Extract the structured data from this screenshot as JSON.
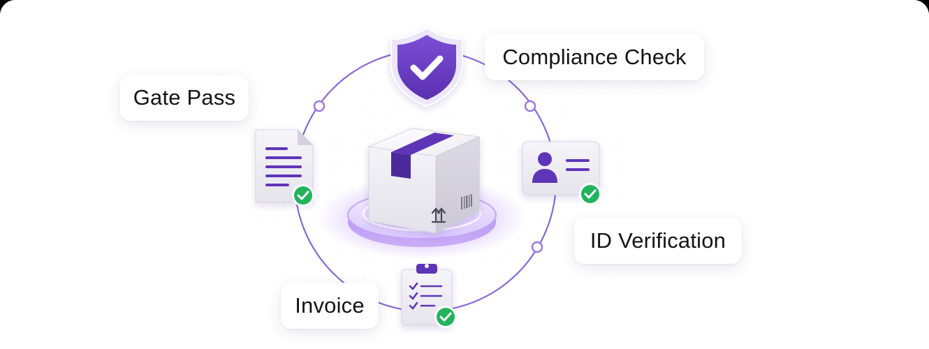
{
  "labels": {
    "gate_pass": "Gate Pass",
    "compliance_check": "Compliance Check",
    "id_verification": "ID Verification",
    "invoice": "Invoice"
  },
  "icons": {
    "center": "package-box-icon",
    "top": "shield-check-icon",
    "left": "document-icon",
    "right": "id-card-icon",
    "bottom": "clipboard-checklist-icon",
    "status": "check-badge-icon"
  },
  "colors": {
    "accent": "#6b3fc4",
    "accent_light": "#b79af0",
    "ring": "#8a66d6",
    "success": "#22b35c",
    "card_gray": "#eceaf1"
  }
}
